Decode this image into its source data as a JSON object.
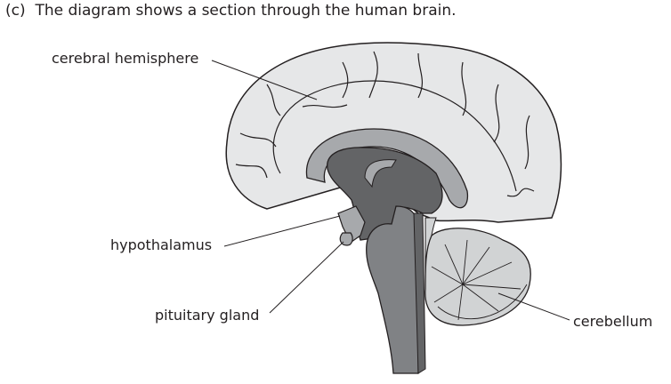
{
  "question": {
    "number": "(c)",
    "text": "The diagram shows a section through the human brain."
  },
  "labels": {
    "cerebral_hemisphere": "cerebral hemisphere",
    "hypothalamus": "hypothalamus",
    "pituitary_gland": "pituitary gland",
    "cerebellum": "cerebellum"
  },
  "colors": {
    "cortex": "#e6e7e8",
    "mid_grey": "#a7a9ac",
    "dark_grey": "#636466",
    "stem": "#808285",
    "cerebellum": "#d1d3d4",
    "outline": "#231f20"
  }
}
